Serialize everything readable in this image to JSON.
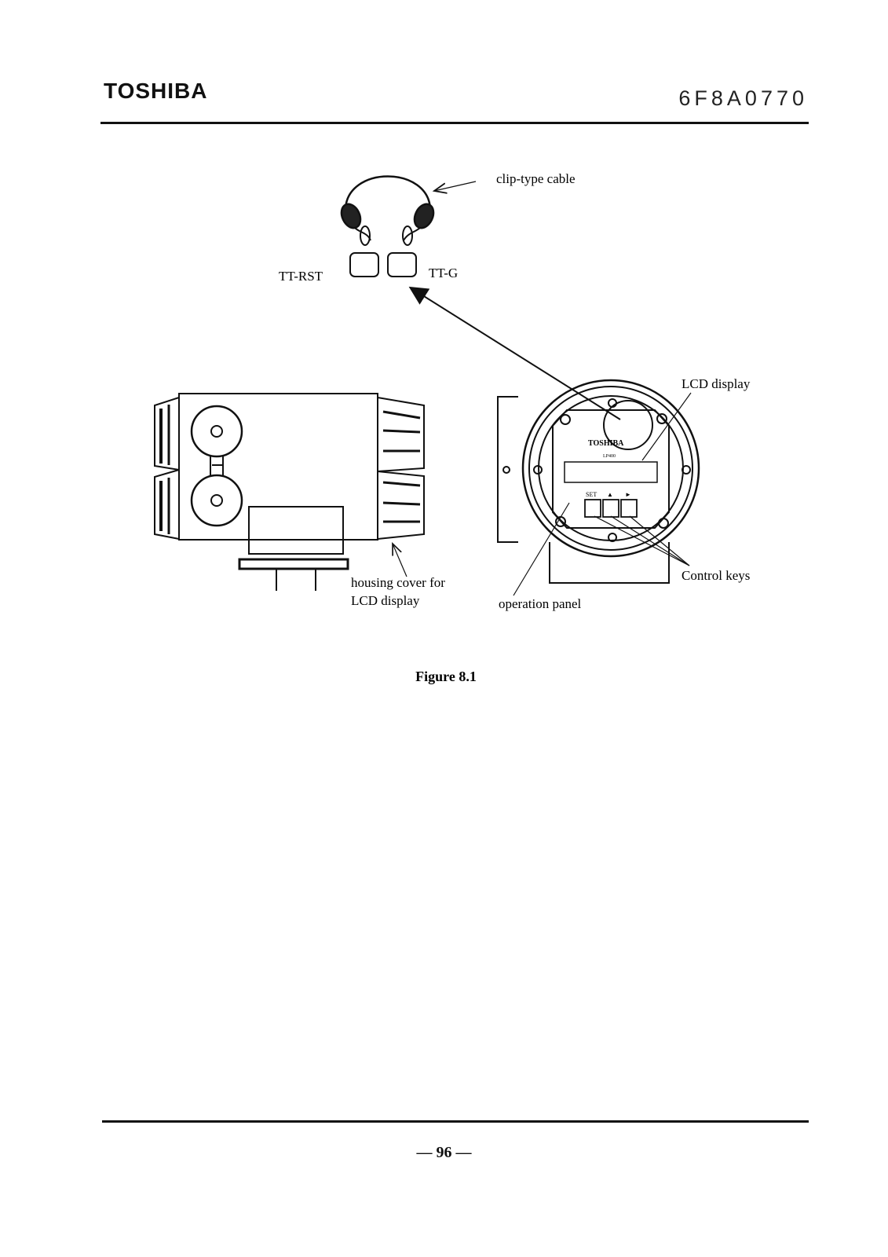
{
  "header": {
    "brand": "TOSHIBA",
    "doc_number": "6F8A0770"
  },
  "figure": {
    "labels": {
      "clip_cable": "clip-type cable",
      "tt_rst": "TT-RST",
      "tt_g": "TT-G",
      "lcd_display": "LCD display",
      "housing_cover_line1": "housing cover for",
      "housing_cover_line2": "LCD display",
      "operation_panel": "operation panel",
      "control_keys": "Control keys",
      "panel_brand": "TOSHIBA",
      "panel_model": "LP400",
      "key_set": "SET"
    },
    "caption": "Figure 8.1"
  },
  "footer": {
    "page_number": "— 96 —"
  }
}
